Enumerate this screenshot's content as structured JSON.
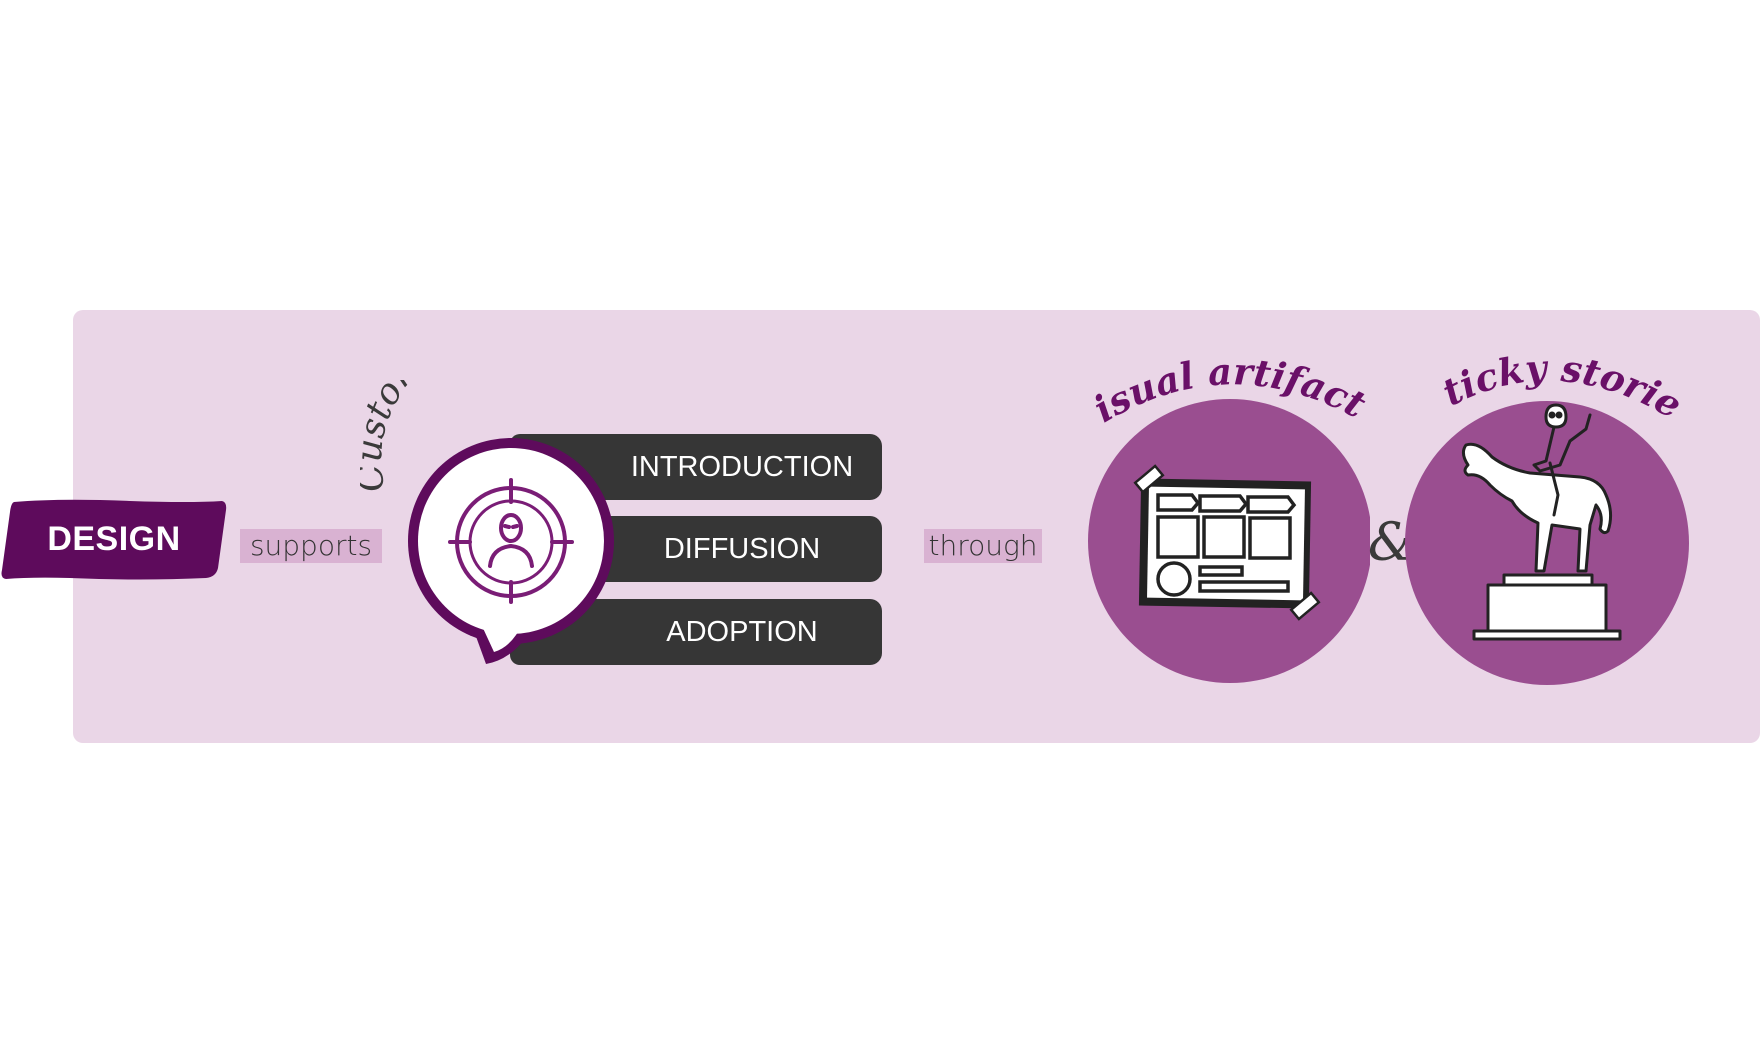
{
  "design": {
    "label": "DESIGN"
  },
  "connectors": {
    "supports": "supports",
    "through": "through"
  },
  "customer_logic": {
    "title": "Customer logic",
    "stages": [
      "INTRODUCTION",
      "DIFFUSION",
      "ADOPTION"
    ]
  },
  "tools": {
    "visual_artifacts": "Visual artifacts",
    "ampersand": "&",
    "sticky_stories": "Sticky stories"
  },
  "icons": {
    "customer_target": "target-person-icon",
    "visual_artifacts": "board-canvas-icon",
    "sticky_stories": "horse-statue-icon"
  },
  "colors": {
    "panel": "#ead6e7",
    "brand_purple": "#5e0b5c",
    "circle_purple": "#9a4e90",
    "connector_bg": "#d9b2d2",
    "bar_dark": "#363636"
  }
}
